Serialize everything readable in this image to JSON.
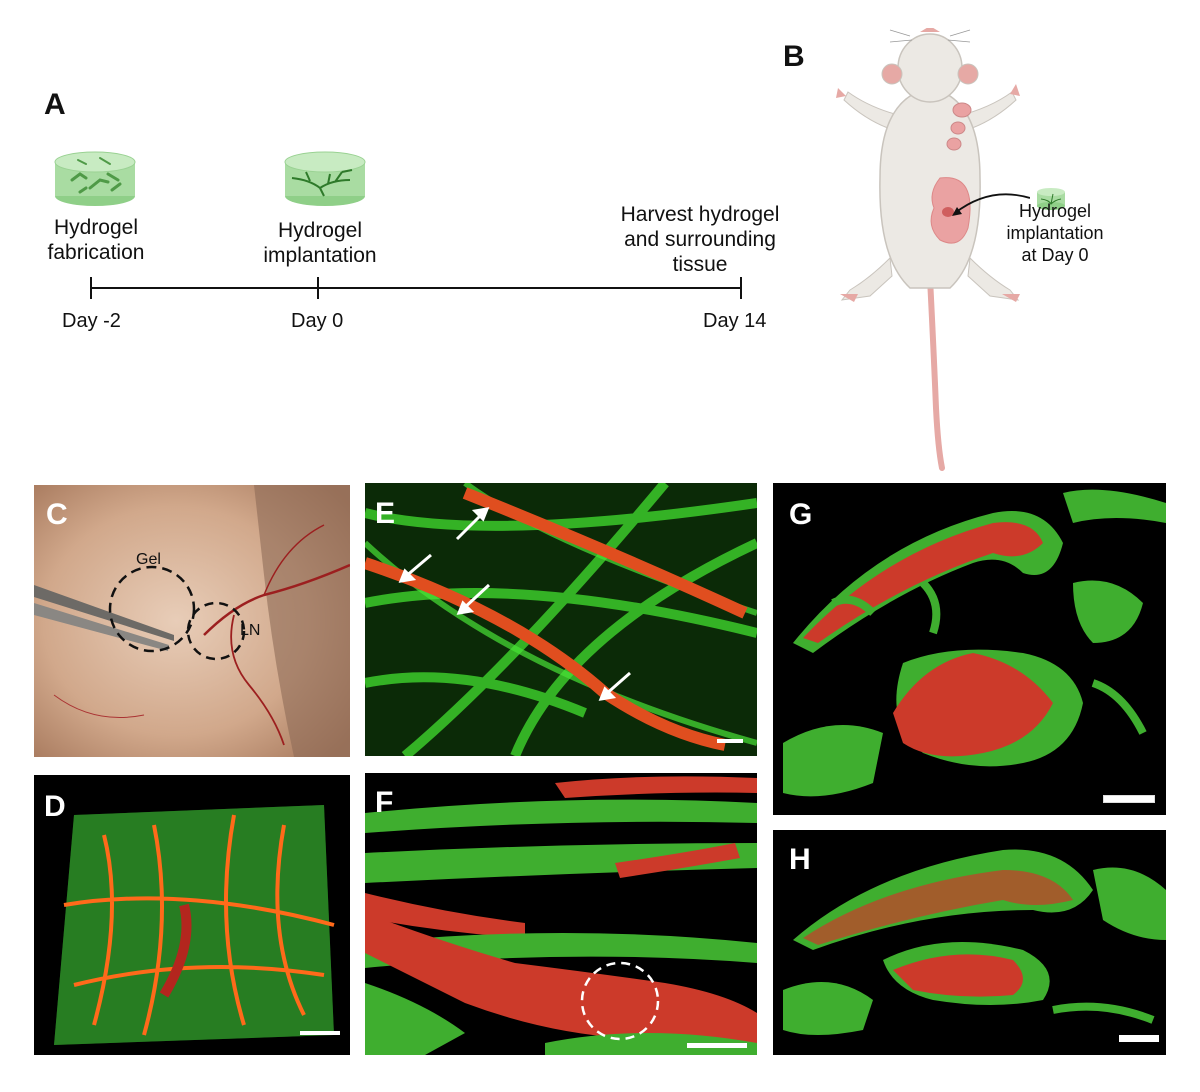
{
  "panels": {
    "a": "A",
    "b": "B",
    "c": "C",
    "d": "D",
    "e": "E",
    "f": "F",
    "g": "G",
    "h": "H"
  },
  "timeline": {
    "step1": [
      "Hydrogel",
      "fabrication"
    ],
    "step2": [
      "Hydrogel",
      "implantation"
    ],
    "step3": [
      "Harvest hydrogel",
      "and surrounding",
      "tissue"
    ],
    "day1": "Day -2",
    "day2": "Day 0",
    "day3": "Day 14"
  },
  "mouse": {
    "annotation": [
      "Hydrogel",
      "implantation",
      "at Day 0"
    ]
  },
  "photo": {
    "gel_label": "Gel",
    "ln_label": "LN"
  },
  "colors": {
    "hydrogel": "#a9dca2",
    "vessel_red": "#d93a2b",
    "vessel_green": "#3fae2f",
    "mouse_body": "#ece9e4",
    "mouse_pink": "#eaa2a2"
  }
}
